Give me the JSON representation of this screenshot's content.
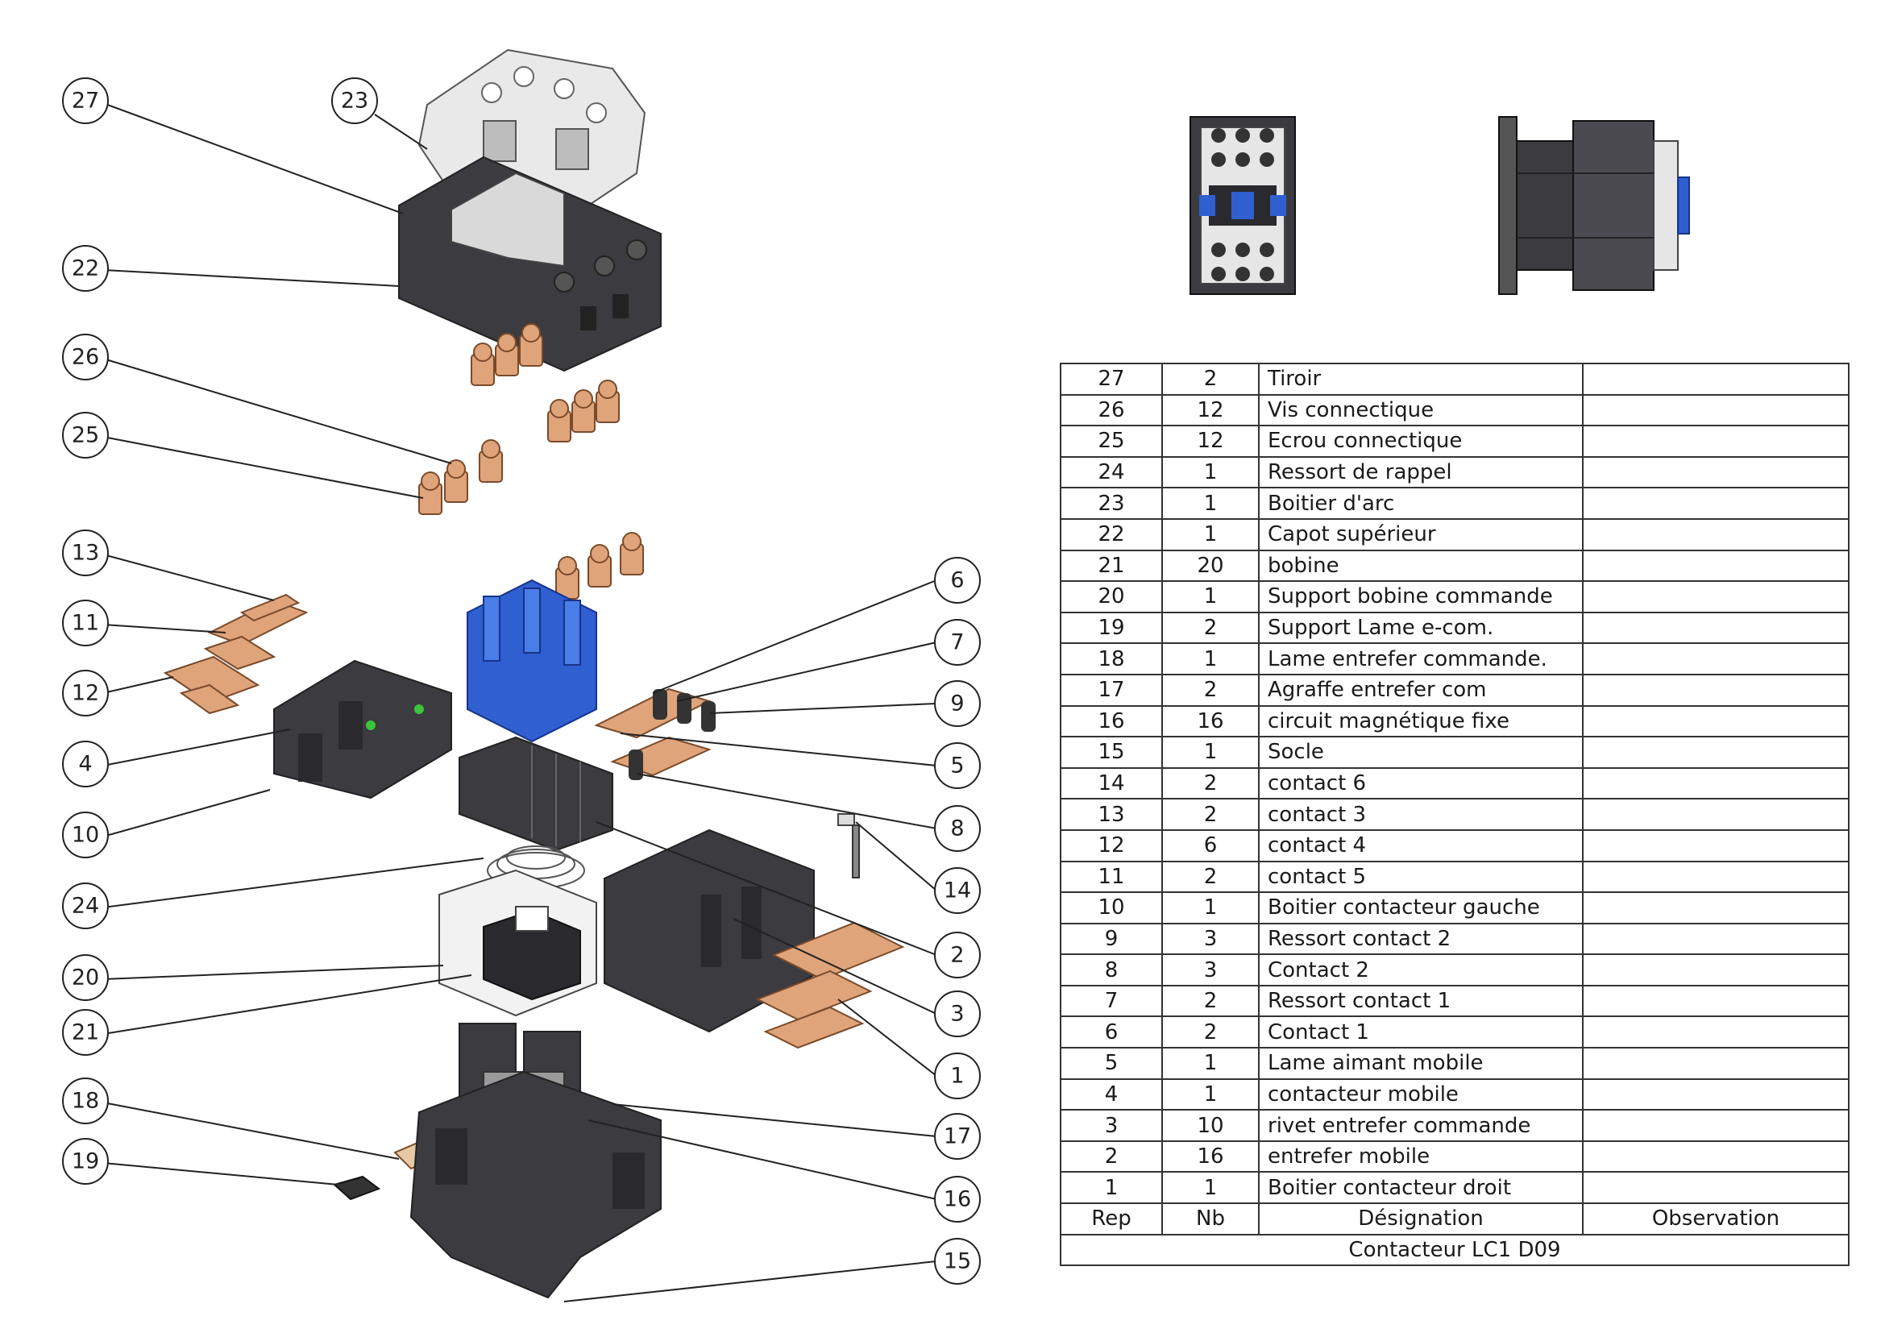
{
  "colors": {
    "plastic_dark": "#3b3b40",
    "plastic_light": "#e6e6e6",
    "copper": "#e0a47a",
    "blue": "#2f5fd0",
    "steel": "#8a8a8a",
    "line": "#222222"
  },
  "balloons": [
    "27",
    "23",
    "22",
    "26",
    "25",
    "13",
    "11",
    "12",
    "4",
    "10",
    "24",
    "20",
    "21",
    "18",
    "19",
    "6",
    "7",
    "9",
    "5",
    "8",
    "14",
    "2",
    "3",
    "1",
    "17",
    "16",
    "15"
  ],
  "bom": {
    "rows": [
      {
        "rep": "27",
        "nb": "2",
        "designation": "Tiroir",
        "observation": ""
      },
      {
        "rep": "26",
        "nb": "12",
        "designation": "Vis connectique",
        "observation": ""
      },
      {
        "rep": "25",
        "nb": "12",
        "designation": "Ecrou connectique",
        "observation": ""
      },
      {
        "rep": "24",
        "nb": "1",
        "designation": "Ressort de rappel",
        "observation": ""
      },
      {
        "rep": "23",
        "nb": "1",
        "designation": "Boitier d'arc",
        "observation": ""
      },
      {
        "rep": "22",
        "nb": "1",
        "designation": "Capot supérieur",
        "observation": ""
      },
      {
        "rep": "21",
        "nb": "20",
        "designation": "bobine",
        "observation": ""
      },
      {
        "rep": "20",
        "nb": "1",
        "designation": "Support bobine commande",
        "observation": ""
      },
      {
        "rep": "19",
        "nb": "2",
        "designation": "Support Lame e-com.",
        "observation": ""
      },
      {
        "rep": "18",
        "nb": "1",
        "designation": "Lame entrefer commande.",
        "observation": ""
      },
      {
        "rep": "17",
        "nb": "2",
        "designation": "Agraffe entrefer com",
        "observation": ""
      },
      {
        "rep": "16",
        "nb": "16",
        "designation": "circuit magnétique fixe",
        "observation": ""
      },
      {
        "rep": "15",
        "nb": "1",
        "designation": "Socle",
        "observation": ""
      },
      {
        "rep": "14",
        "nb": "2",
        "designation": "contact 6",
        "observation": ""
      },
      {
        "rep": "13",
        "nb": "2",
        "designation": "contact 3",
        "observation": ""
      },
      {
        "rep": "12",
        "nb": "6",
        "designation": "contact 4",
        "observation": ""
      },
      {
        "rep": "11",
        "nb": "2",
        "designation": "contact 5",
        "observation": ""
      },
      {
        "rep": "10",
        "nb": "1",
        "designation": "Boitier contacteur gauche",
        "observation": ""
      },
      {
        "rep": "9",
        "nb": "3",
        "designation": "Ressort contact 2",
        "observation": ""
      },
      {
        "rep": "8",
        "nb": "3",
        "designation": "Contact 2",
        "observation": ""
      },
      {
        "rep": "7",
        "nb": "2",
        "designation": "Ressort contact 1",
        "observation": ""
      },
      {
        "rep": "6",
        "nb": "2",
        "designation": "Contact 1",
        "observation": ""
      },
      {
        "rep": "5",
        "nb": "1",
        "designation": "Lame aimant mobile",
        "observation": ""
      },
      {
        "rep": "4",
        "nb": "1",
        "designation": "contacteur mobile",
        "observation": ""
      },
      {
        "rep": "3",
        "nb": "10",
        "designation": "rivet entrefer commande",
        "observation": ""
      },
      {
        "rep": "2",
        "nb": "16",
        "designation": "entrefer mobile",
        "observation": ""
      },
      {
        "rep": "1",
        "nb": "1",
        "designation": "Boitier contacteur droit",
        "observation": ""
      }
    ],
    "header": {
      "rep": "Rep",
      "nb": "Nb",
      "designation": "Désignation",
      "observation": "Observation"
    },
    "title": "Contacteur LC1 D09"
  }
}
